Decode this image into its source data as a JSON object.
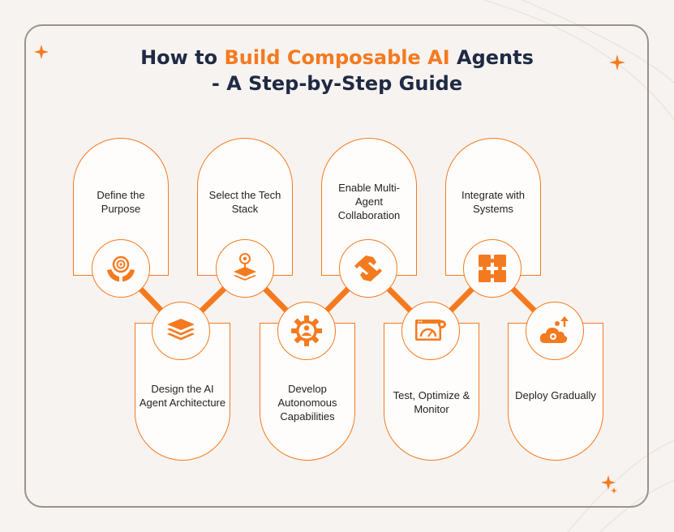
{
  "title": {
    "prefix": "How to ",
    "highlight": "Build Composable AI",
    "suffix": " Agents",
    "line2": "- A Step-by-Step Guide"
  },
  "colors": {
    "accent": "#f47a20",
    "title": "#1f2a44",
    "background": "#f7f3f0",
    "frame": "#9a928c"
  },
  "steps": [
    {
      "label": "Define the Purpose",
      "icon": "target-hands-icon"
    },
    {
      "label": "Design the AI Agent Architecture",
      "icon": "layers-icon"
    },
    {
      "label": "Select the Tech Stack",
      "icon": "tech-stack-icon"
    },
    {
      "label": "Develop Autonomous Capabilities",
      "icon": "gear-person-icon"
    },
    {
      "label": "Enable Multi-Agent Collaboration",
      "icon": "handshake-fist-icon"
    },
    {
      "label": "Test, Optimize & Monitor",
      "icon": "dashboard-monitor-icon"
    },
    {
      "label": "Integrate with Systems",
      "icon": "puzzle-icon"
    },
    {
      "label": "Deploy Gradually",
      "icon": "cloud-gear-deploy-icon"
    }
  ]
}
